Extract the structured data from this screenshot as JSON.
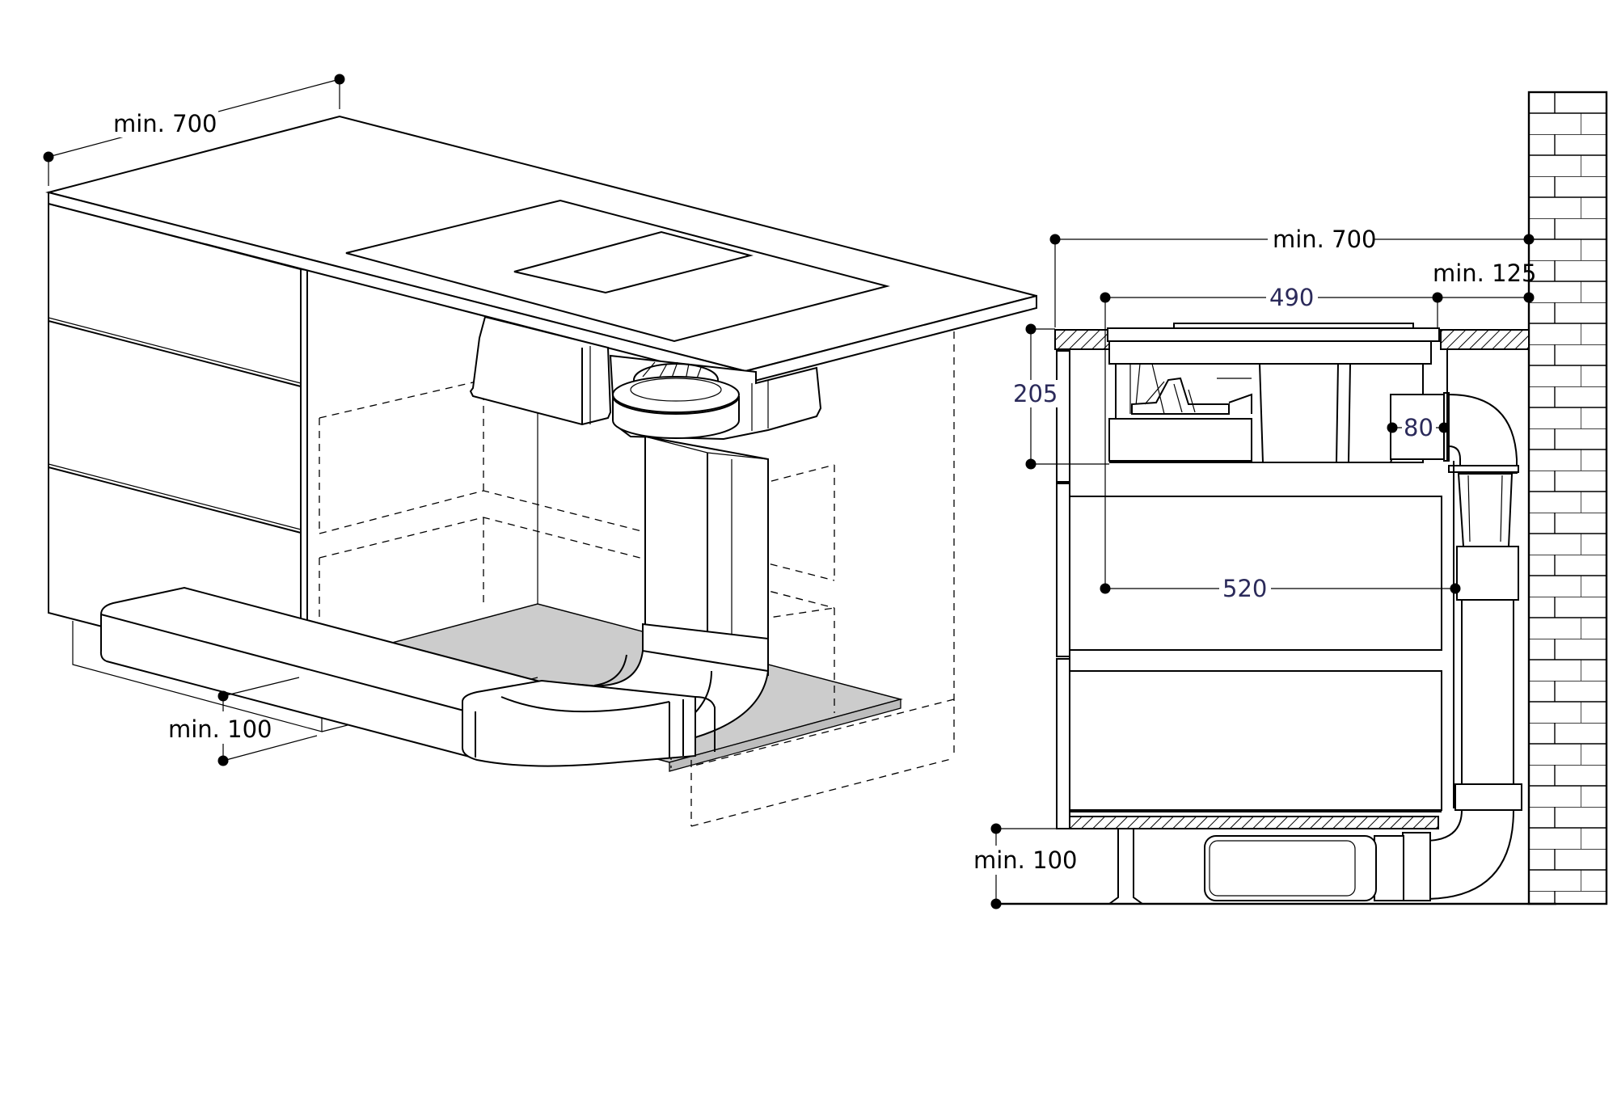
{
  "diagram": {
    "iso_view": {
      "dim_width": "min. 700",
      "dim_plinth": "min. 100"
    },
    "section_view": {
      "dim_width": "min. 700",
      "dim_wall": "min. 125",
      "dim_hob": "490",
      "dim_height": "205",
      "dim_duct": "80",
      "dim_depth": "520",
      "dim_plinth": "min. 100"
    },
    "colors": {
      "line": "#000000",
      "floor_plate": "#cccccc",
      "dimension_blue": "#2b2a5a"
    }
  }
}
